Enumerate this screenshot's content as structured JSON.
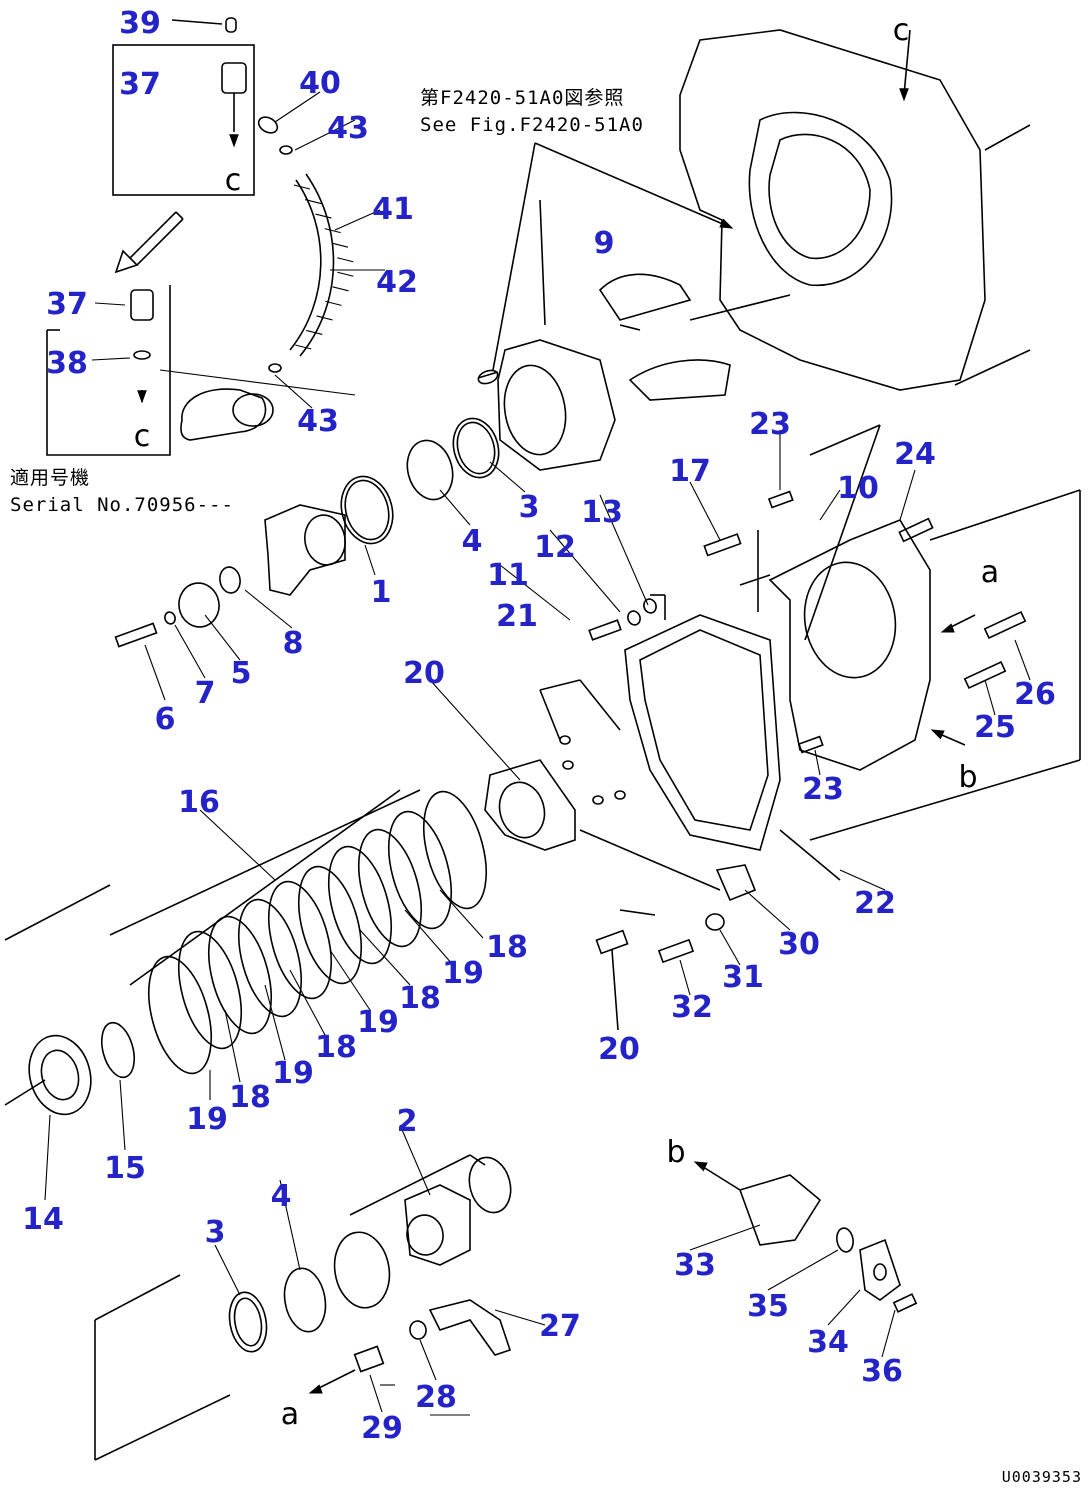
{
  "diagram": {
    "reference_note": [
      "第F2420-51A0図参照",
      "See Fig.F2420-51A0"
    ],
    "serial_note": [
      "適用号機",
      "Serial No.70956---"
    ],
    "drawing_number": "U0039353",
    "letters": [
      "c",
      "c",
      "c",
      "a",
      "a",
      "b",
      "b"
    ],
    "callouts": [
      "39",
      "37",
      "40",
      "43",
      "41",
      "42",
      "37",
      "38",
      "43",
      "9",
      "23",
      "17",
      "10",
      "24",
      "3",
      "4",
      "1",
      "13",
      "12",
      "11",
      "21",
      "8",
      "5",
      "7",
      "6",
      "20",
      "26",
      "25",
      "23",
      "16",
      "22",
      "18",
      "19",
      "18",
      "19",
      "18",
      "19",
      "18",
      "19",
      "30",
      "31",
      "32",
      "20",
      "2",
      "14",
      "15",
      "4",
      "3",
      "27",
      "33",
      "35",
      "34",
      "36",
      "28",
      "29"
    ]
  }
}
